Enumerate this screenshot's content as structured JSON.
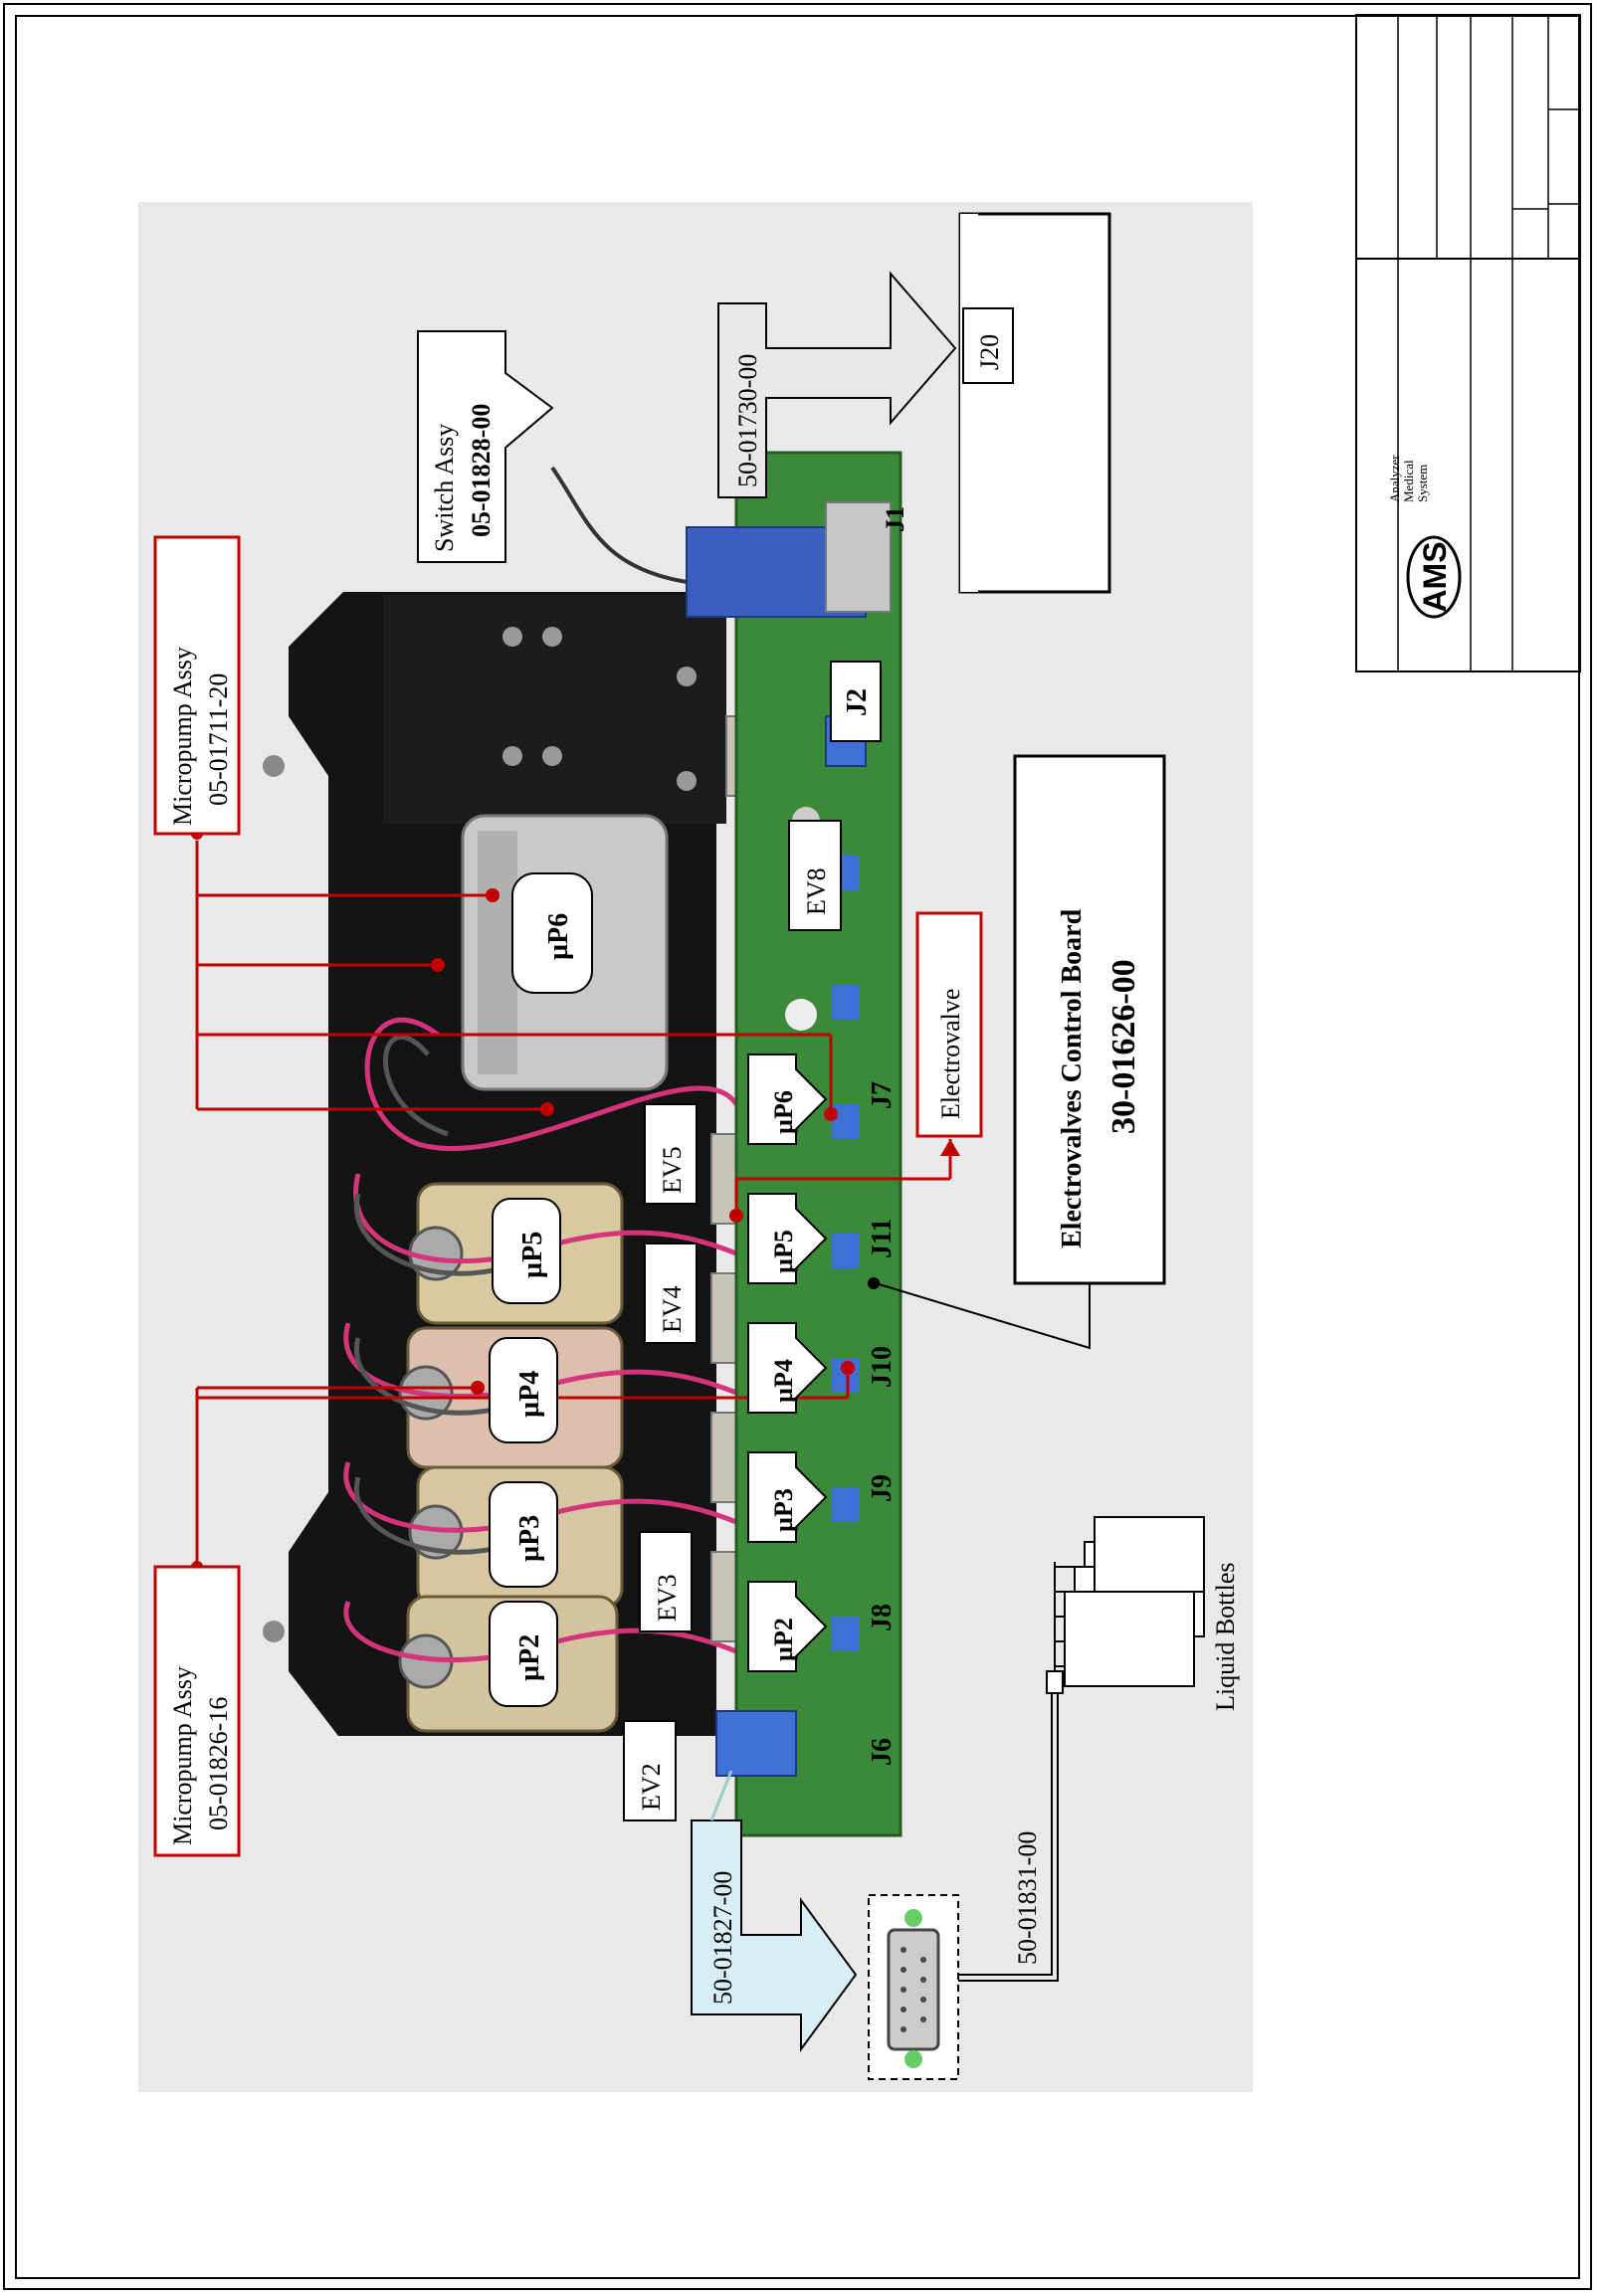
{
  "title_block": {
    "logo_text": "AMS",
    "company_line1": "Analyzer",
    "company_line2": "Medical",
    "company_line3": "System"
  },
  "callouts": {
    "micropump_assy_top_title": "Micropump Assy",
    "micropump_assy_top_code": "05-01711-20",
    "micropump_assy_bottom_title": "Micropump Assy",
    "micropump_assy_bottom_code": "05-01826-16",
    "switch_assy_title": "Switch Assy",
    "switch_assy_code": "05-01828-00",
    "cable_j20": "50-01730-00",
    "j20": "J20",
    "electrovalve": "Electrovalve",
    "board_title": "Electrovalves Control Board",
    "board_code": "30-01626-00",
    "cable_j6": "50-01827-00",
    "cable_bottles": "50-01831-00",
    "liquid_bottles": "Liquid Bottles"
  },
  "pumps": [
    "µP6",
    "µP5",
    "µP4",
    "µP3",
    "µP2"
  ],
  "board_pumps": [
    "µP6",
    "µP5",
    "µP4",
    "µP3",
    "µP2"
  ],
  "valves": [
    "EV8",
    "EV5",
    "EV4",
    "EV3",
    "EV2"
  ],
  "connectors": [
    "J1",
    "J2",
    "J7",
    "J11",
    "J10",
    "J9",
    "J8",
    "J6"
  ],
  "colors": {
    "callout_red": "#c00000",
    "board_green": "#3a8a3a",
    "frame_black": "#101010"
  }
}
